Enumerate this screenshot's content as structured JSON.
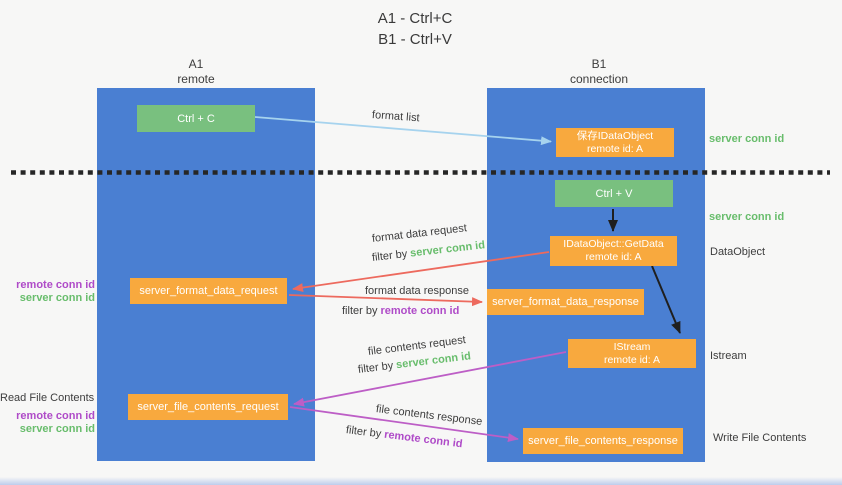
{
  "title": {
    "line1": "A1 - Ctrl+C",
    "line2": "B1 - Ctrl+V"
  },
  "lifelines": {
    "a1": {
      "name": "A1",
      "role": "remote"
    },
    "b1": {
      "name": "B1",
      "role": "connection"
    }
  },
  "nodes": {
    "ctrl_c": {
      "label": "Ctrl + C"
    },
    "ctrl_v": {
      "label": "Ctrl + V"
    },
    "save_dataobject": {
      "line1": "保存IDataObject",
      "line2": "remote id: A"
    },
    "getdata": {
      "line1": "IDataObject::GetData",
      "line2": "remote id: A"
    },
    "istream": {
      "line1": "IStream",
      "line2": "remote id: A"
    },
    "format_request": {
      "label": "server_format_data_request"
    },
    "format_response": {
      "label": "server_format_data_response"
    },
    "file_request": {
      "label": "server_file_contents_request"
    },
    "file_response": {
      "label": "server_file_contents_response"
    }
  },
  "arrows": {
    "format_list": {
      "label": "format list"
    },
    "format_data_request": {
      "label": "format data request",
      "filter_prefix": "filter by",
      "filter_key": "server conn id"
    },
    "format_data_response": {
      "label": "format data response",
      "filter_prefix": "filter by",
      "filter_key": "remote conn id"
    },
    "file_contents_request": {
      "label": "file contents request",
      "filter_prefix": "filter by",
      "filter_key": "server conn id"
    },
    "file_contents_response": {
      "label": "file contents response",
      "filter_prefix": "filter by",
      "filter_key": "remote conn id"
    }
  },
  "annotations": {
    "right_server_conn_id_top": "server conn id",
    "right_server_conn_id_mid": "server conn id",
    "dataobject": "DataObject",
    "istream": "Istream",
    "write_file_contents": "Write File Contents",
    "left_remote_conn_id_format": "remote conn id",
    "left_server_conn_id_format": "server conn id",
    "read_file_contents": "Read File Contents",
    "left_remote_conn_id_file": "remote conn id",
    "left_server_conn_id_file": "server conn id"
  },
  "colors": {
    "lifeline_blue": "#4a7fd2",
    "action_green": "#79c07f",
    "message_orange": "#f8a93e",
    "arrow_red": "#ed6a5e",
    "arrow_magenta": "#bd5ec6",
    "arrow_lightblue": "#a6d3ee",
    "arrow_black": "#1f1f1f",
    "conn_id_green": "#68bd6c",
    "conn_id_purple": "#af4bc8",
    "text_dark": "#3d3d3d",
    "background": "#f7f7f6"
  }
}
